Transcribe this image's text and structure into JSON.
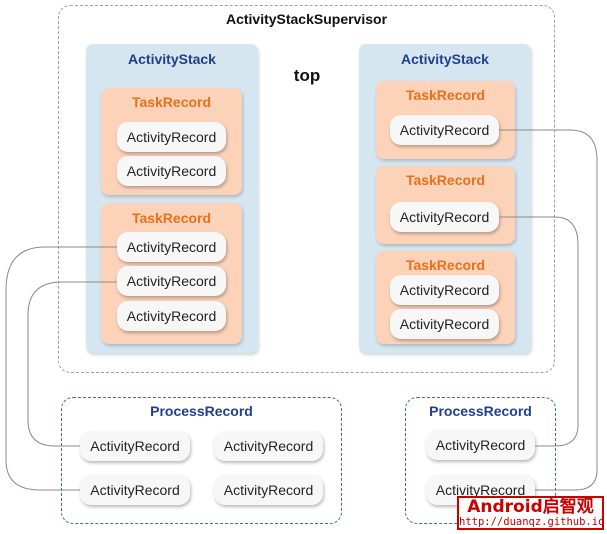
{
  "supervisor": {
    "title": "ActivityStackSupervisor"
  },
  "top_label": "top",
  "left_stack": {
    "title": "ActivityStack",
    "tasks": [
      {
        "title": "TaskRecord",
        "activities": [
          "ActivityRecord",
          "ActivityRecord"
        ]
      },
      {
        "title": "TaskRecord",
        "activities": [
          "ActivityRecord",
          "ActivityRecord",
          "ActivityRecord"
        ]
      }
    ]
  },
  "right_stack": {
    "title": "ActivityStack",
    "tasks": [
      {
        "title": "TaskRecord",
        "activities": [
          "ActivityRecord"
        ]
      },
      {
        "title": "TaskRecord",
        "activities": [
          "ActivityRecord"
        ]
      },
      {
        "title": "TaskRecord",
        "activities": [
          "ActivityRecord",
          "ActivityRecord"
        ]
      }
    ]
  },
  "process_left": {
    "title": "ProcessRecord",
    "activities": [
      "ActivityRecord",
      "ActivityRecord",
      "ActivityRecord",
      "ActivityRecord"
    ]
  },
  "process_right": {
    "title": "ProcessRecord",
    "activities": [
      "ActivityRecord",
      "ActivityRecord"
    ]
  },
  "watermark": {
    "brand": "Android启智观",
    "url": "http://duanqz.github.io"
  },
  "colors": {
    "stack_bg": "#d6e6f1",
    "task_bg": "#fcd3b8",
    "stack_title": "#1f3f8f",
    "task_title": "#e8701a",
    "process_border": "#3f7a63"
  }
}
